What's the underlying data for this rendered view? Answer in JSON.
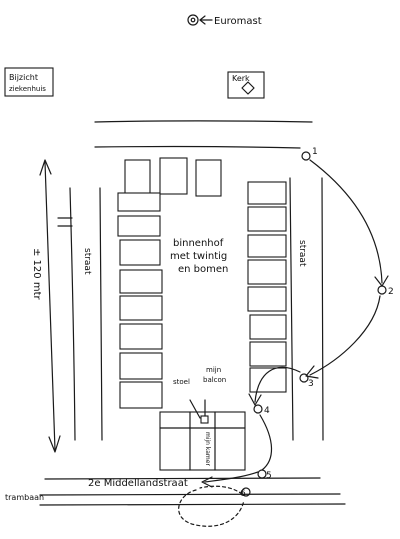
{
  "labels": {
    "euromast": "Euromast",
    "bijzicht_line1": "Bijzicht",
    "bijzicht_line2": "ziekenhuis",
    "kerk": "Kerk",
    "binnenhof_line1": "binnenhof",
    "binnenhof_line2": "met twintig",
    "binnenhof_line3": "en bomen",
    "straat_left": "straat",
    "straat_right": "straat",
    "distance": "± 120 mtr",
    "stoel": "stoel",
    "mijn_balcon_line1": "mijn",
    "mijn_balcon_line2": "balcon",
    "mijn_kamer": "mijn kamer",
    "middellandstraat": "2e Middellandstraat",
    "trambaan": "trambaan"
  },
  "route_points": [
    {
      "id": "p1",
      "label": "1"
    },
    {
      "id": "p2",
      "label": "2"
    },
    {
      "id": "p3",
      "label": "3"
    },
    {
      "id": "p4",
      "label": "4"
    },
    {
      "id": "p5",
      "label": "5"
    },
    {
      "id": "p6",
      "label": "6"
    }
  ],
  "icons": [
    "euromast-icon",
    "church-icon",
    "hospital-icon",
    "route-arrow-icon"
  ]
}
